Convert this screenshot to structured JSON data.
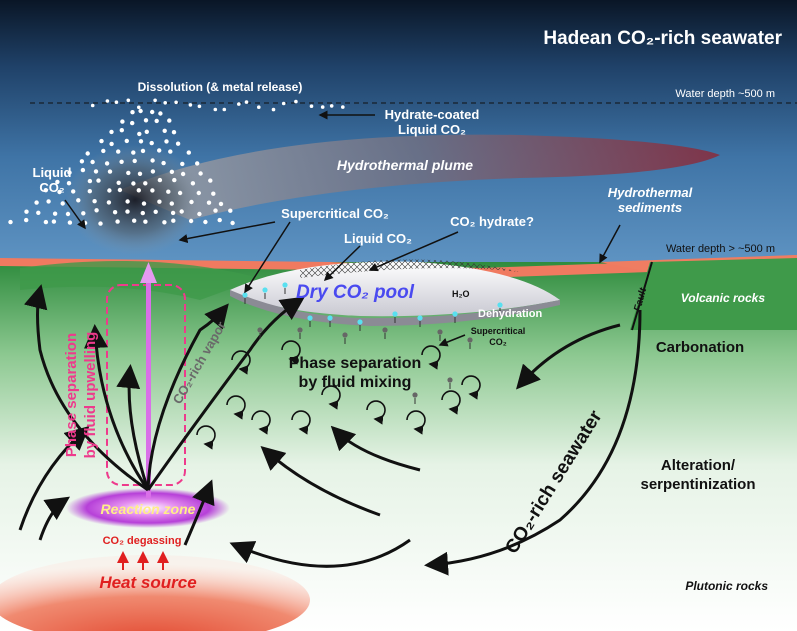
{
  "title": "Hadean CO₂-rich seawater",
  "water_depth_top": "Water depth  ~500 m",
  "water_depth_bottom": "Water depth > ~500 m",
  "dissolution": "Dissolution (& metal release)",
  "hydrate_coated": [
    "Hydrate-coated",
    "Liquid CO₂"
  ],
  "hydrothermal_plume": "Hydrothermal plume",
  "liquid_co2_left": [
    "Liquid",
    "CO₂"
  ],
  "hydrothermal_sediments": [
    "Hydrothermal",
    "sediments"
  ],
  "supercritical_co2": "Supercritical CO₂",
  "co2_hydrate": "CO₂ hydrate?",
  "liquid_co2_mid": "Liquid CO₂",
  "dry_co2_pool": "Dry CO₂ pool",
  "h2o": "H₂O",
  "dehydration": "Dehydration",
  "supercritical_small": [
    "Supercritical",
    "CO₂"
  ],
  "fault": "Fault",
  "volcanic_rocks": "Volcanic rocks",
  "carbonation": "Carbonation",
  "phase_sep_mixing": [
    "Phase separation",
    "by fluid mixing"
  ],
  "co2_rich_vapor": "CO₂-rich vapor",
  "phase_sep_upwelling": [
    "Phase separation",
    "by fluid upwelling"
  ],
  "alteration": [
    "Alteration/",
    "serpentinization"
  ],
  "co2_rich_seawater": "CO₂-rich seawater",
  "reaction_zone": "Reaction zone",
  "co2_degassing": "CO₂ degassing",
  "heat_source": "Heat source",
  "plutonic_rocks": "Plutonic rocks",
  "colors": {
    "sea_top": "#0b1a2e",
    "sea_mid": "#3d6e9c",
    "seafloor": "#f07a60",
    "crust_green": "#3f9a4a",
    "co2_pool": "#4a4af0",
    "upwelling": "#ee3a8c",
    "heat": "#e03020"
  }
}
